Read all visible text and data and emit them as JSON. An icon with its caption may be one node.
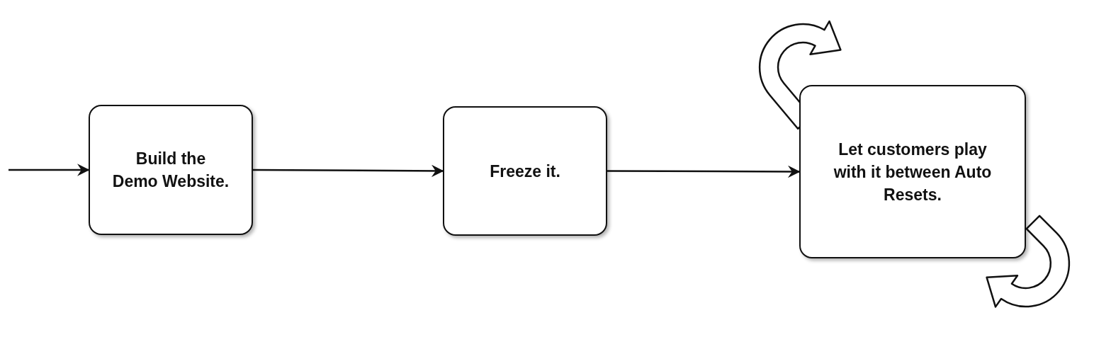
{
  "diagram": {
    "nodes": [
      {
        "text": [
          "Build the Demo Website."
        ]
      },
      {
        "text": [
          "Freeze it."
        ]
      },
      {
        "text": [
          "Let customers play with it between Auto Resets."
        ]
      }
    ],
    "edges": [
      {
        "from": null,
        "to": 0,
        "arrow": "to"
      },
      {
        "from": 0,
        "to": 1,
        "arrow": "to"
      },
      {
        "from": 1,
        "to": 2,
        "arrow": "to"
      },
      {
        "from": 2,
        "to": null,
        "arrow": "to",
        "style": "thick"
      },
      {
        "from": 2,
        "to": null,
        "arrow": "to",
        "style": "thick"
      }
    ]
  }
}
